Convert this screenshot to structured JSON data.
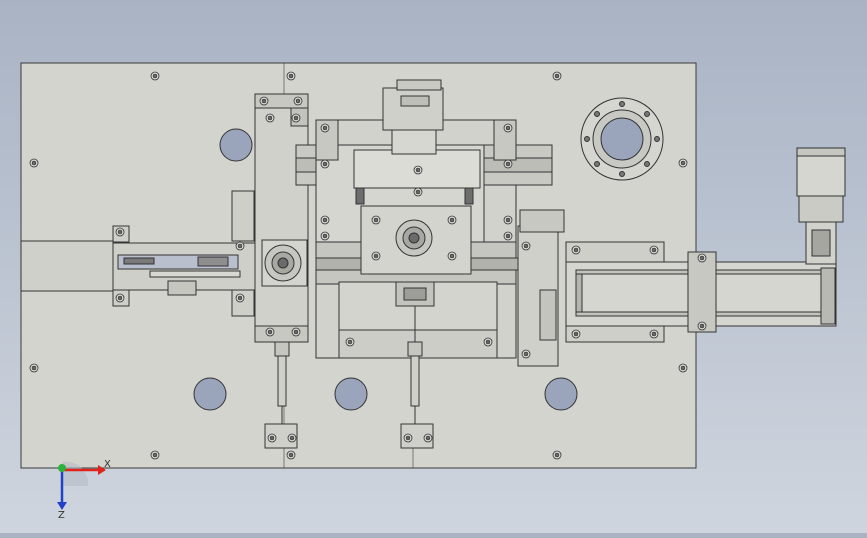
{
  "app": {
    "view": "cad-model-viewport"
  },
  "triad": {
    "x_label": "X",
    "z_label": "Z",
    "colors": {
      "x": "#e0241b",
      "y": "#2bb23a",
      "z": "#2340c8"
    }
  },
  "colors": {
    "plate": "#d4d4cf",
    "part": "#cfcfca",
    "part_dark": "#b9b9b4",
    "edge": "#3a3a3a",
    "bore": "#9aa5bb"
  }
}
